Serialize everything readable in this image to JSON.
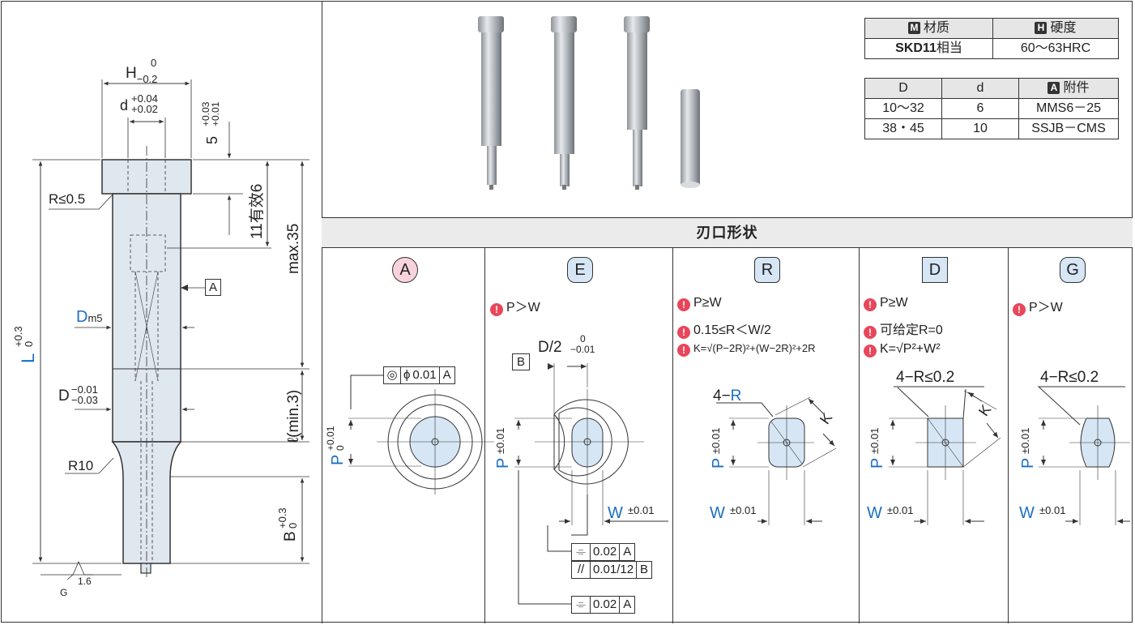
{
  "main_drawing": {
    "H": "H",
    "H_tol": "−0.2",
    "H_tol_top": "0",
    "d": "d",
    "d_tol_top": "+0.04",
    "d_tol_bot": "+0.02",
    "five": "5",
    "five_tol_top": "+0.03",
    "five_tol_bot": "+0.01",
    "eleven": "11有效6",
    "max35": "max.35",
    "r05": "R≤0.5",
    "datum_a": "A",
    "d_m5": "D",
    "d_m5_sub": "m5",
    "L": "L",
    "L_tol_top": "+0.3",
    "L_tol_bot": "0",
    "D_lower": "D",
    "D_lower_tol_top": "−0.01",
    "D_lower_tol_bot": "−0.03",
    "ell": "ℓ(min.3)",
    "r10": "R10",
    "B": "B",
    "B_tol_top": "+0.3",
    "B_tol_bot": "0",
    "roughness": "1.6",
    "roughness_g": "G"
  },
  "spec_table_1": {
    "material_icon": "M",
    "material_label": "材质",
    "hardness_icon": "H",
    "hardness_label": "硬度",
    "material_value_bold": "SKD11",
    "material_value_rest": "相当",
    "hardness_value": "60～63HRC"
  },
  "spec_table_2": {
    "col_D": "D",
    "col_d": "d",
    "acc_icon": "A",
    "col_acc": "附件",
    "rows": [
      {
        "D": "10～32",
        "d": "6",
        "acc": "MMS6－25"
      },
      {
        "D": "38・45",
        "d": "10",
        "acc": "SSJB－CMS"
      }
    ]
  },
  "banner": "刃口形状",
  "shapes": {
    "A": {
      "label": "A",
      "tol_box": "0.01",
      "tol_datum": "A",
      "phi": "ϕ",
      "P": "P",
      "P_tol_top": "+0.01",
      "P_tol_bot": "0"
    },
    "E": {
      "label": "E",
      "note1": "P＞W",
      "d2": "D/2",
      "d2_tol_top": "0",
      "d2_tol_bot": "−0.01",
      "datum_b": "B",
      "P": "P",
      "P_tol": "±0.01",
      "W": "W",
      "W_tol": "±0.01",
      "tol1_val": "0.02",
      "tol1_datum": "A",
      "tol2_val": "0.01/12",
      "tol2_datum": "B",
      "tol3_val": "0.02",
      "tol3_datum": "A"
    },
    "R": {
      "label": "R",
      "note1": "P≥W",
      "note2": "0.15≤R＜W/2",
      "note3": "K=√(P−2R)²+(W−2R)²+2R",
      "r4_prefix": "4−",
      "r4_r": "R",
      "K": "K",
      "P": "P",
      "P_tol": "±0.01",
      "W": "W",
      "W_tol": "±0.01"
    },
    "D": {
      "label": "D",
      "note1": "P≥W",
      "note2": "可给定R=0",
      "note3": "K=√P²+W²",
      "r4": "4−R≤0.2",
      "K": "K",
      "P": "P",
      "P_tol": "±0.01",
      "W": "W",
      "W_tol": "±0.01"
    },
    "G": {
      "label": "G",
      "note1": "P＞W",
      "r4": "4−R≤0.2",
      "P": "P",
      "P_tol": "±0.01",
      "W": "W",
      "W_tol": "±0.01"
    }
  },
  "colors": {
    "blue": "#1a6fc4",
    "pinkFill": "#f8d3dc",
    "blueFill": "#d6e6f5",
    "bulb": "#e8475b",
    "steel": "#dfe7ef"
  }
}
